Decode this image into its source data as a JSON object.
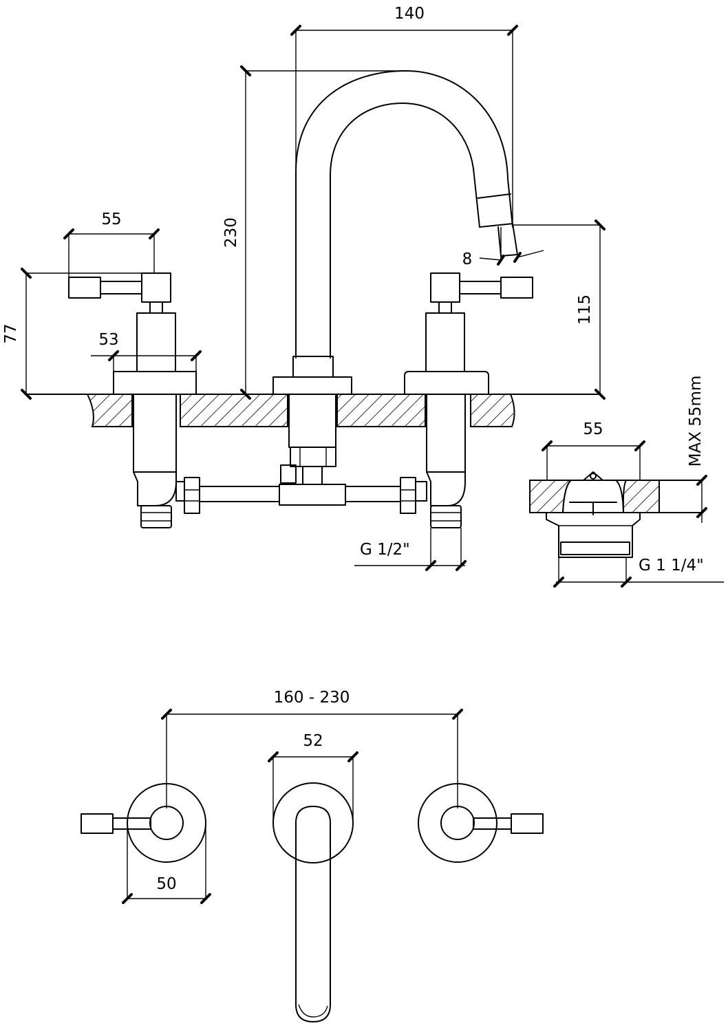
{
  "dimensions": {
    "spout_reach": "140",
    "total_height": "230",
    "handle_length": "55",
    "handle_height": "77",
    "base_width": "53",
    "spout_angle": "8",
    "outlet_height": "115",
    "max_deck_thickness": "MAX 55mm",
    "drain_width": "55",
    "inlet_thread": "G 1/2\"",
    "drain_thread": "G 1 1/4\"",
    "center_spacing": "160 - 230",
    "spout_base_diameter": "52",
    "handle_base_diameter": "50"
  }
}
